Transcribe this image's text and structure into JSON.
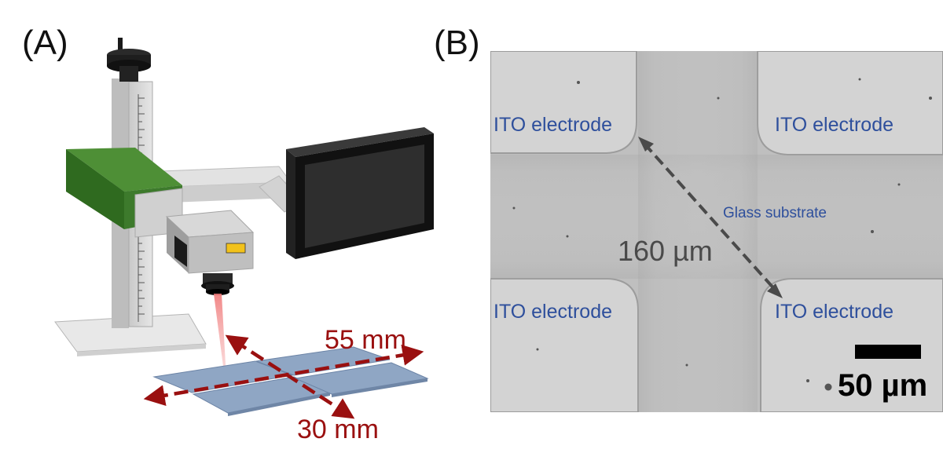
{
  "panel_a": {
    "label": "(A)",
    "dim_length": "55 mm",
    "dim_width": "30 mm",
    "colors": {
      "head": "#3d7a2c",
      "arrow": "#9a1010",
      "substrate": "#8fa6c4",
      "laser": "#f08a8a"
    }
  },
  "panel_b": {
    "label": "(B)",
    "electrode_tl": "ITO electrode",
    "electrode_tr": "ITO electrode",
    "electrode_bl": "ITO electrode",
    "electrode_br": "ITO electrode",
    "substrate_label": "Glass substrate",
    "gap_label": "160 µm",
    "scale_label": "50 µm",
    "colors": {
      "text": "#2e4f9c",
      "background": "#c4c4c4"
    }
  }
}
